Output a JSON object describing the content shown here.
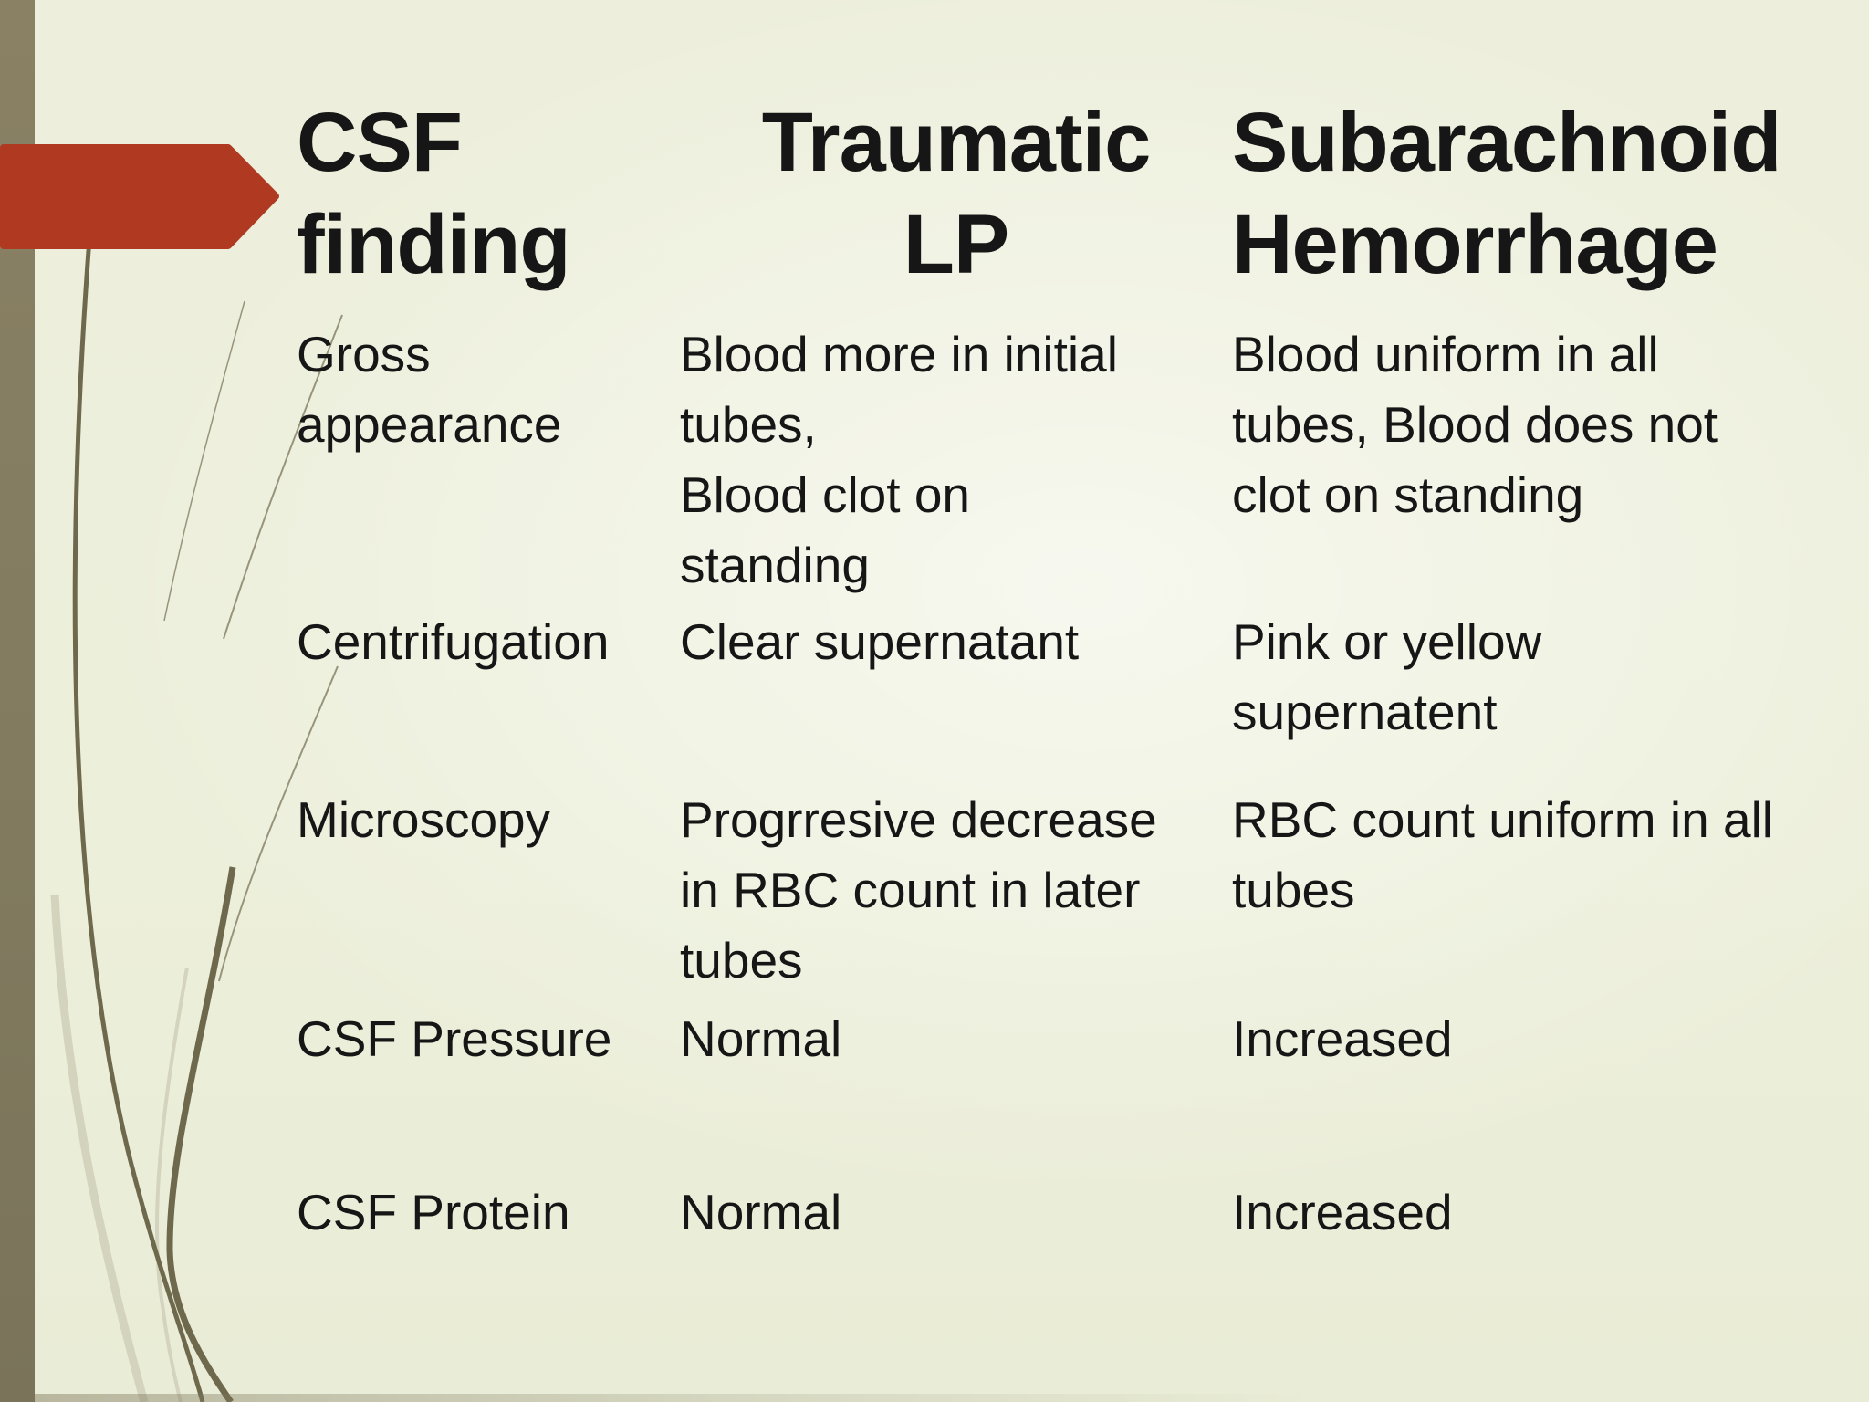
{
  "table": {
    "headers": [
      {
        "label": "CSF finding"
      },
      {
        "label": "Traumatic LP"
      },
      {
        "label": "Subarachnoid Hemorrhage"
      }
    ],
    "rows": [
      {
        "finding": "Gross appearance",
        "traumatic_lp": "Blood more in initial\ntubes,\nBlood clot on\nstanding",
        "subarachnoid_hemorrhage": "Blood uniform in all\ntubes, Blood does not\nclot on standing"
      },
      {
        "finding": "Centrifugation",
        "traumatic_lp": "Clear supernatant",
        "subarachnoid_hemorrhage": "Pink or yellow\nsupernatent"
      },
      {
        "finding": "Microscopy",
        "traumatic_lp": "Progrresive decrease\nin RBC count in later\ntubes",
        "subarachnoid_hemorrhage": "RBC count uniform in all\ntubes"
      },
      {
        "finding": "CSF Pressure",
        "traumatic_lp": "Normal",
        "subarachnoid_hemorrhage": "Increased"
      },
      {
        "finding": "CSF Protein",
        "traumatic_lp": "Normal",
        "subarachnoid_hemorrhage": "Increased"
      }
    ]
  },
  "theme": {
    "background": "#eef0dd",
    "accent_red": "#b03a21",
    "olive_bar": "#827b5f",
    "grass_dark": "#6e684d",
    "grass_light": "#d4d3bd",
    "text": "#161616"
  }
}
